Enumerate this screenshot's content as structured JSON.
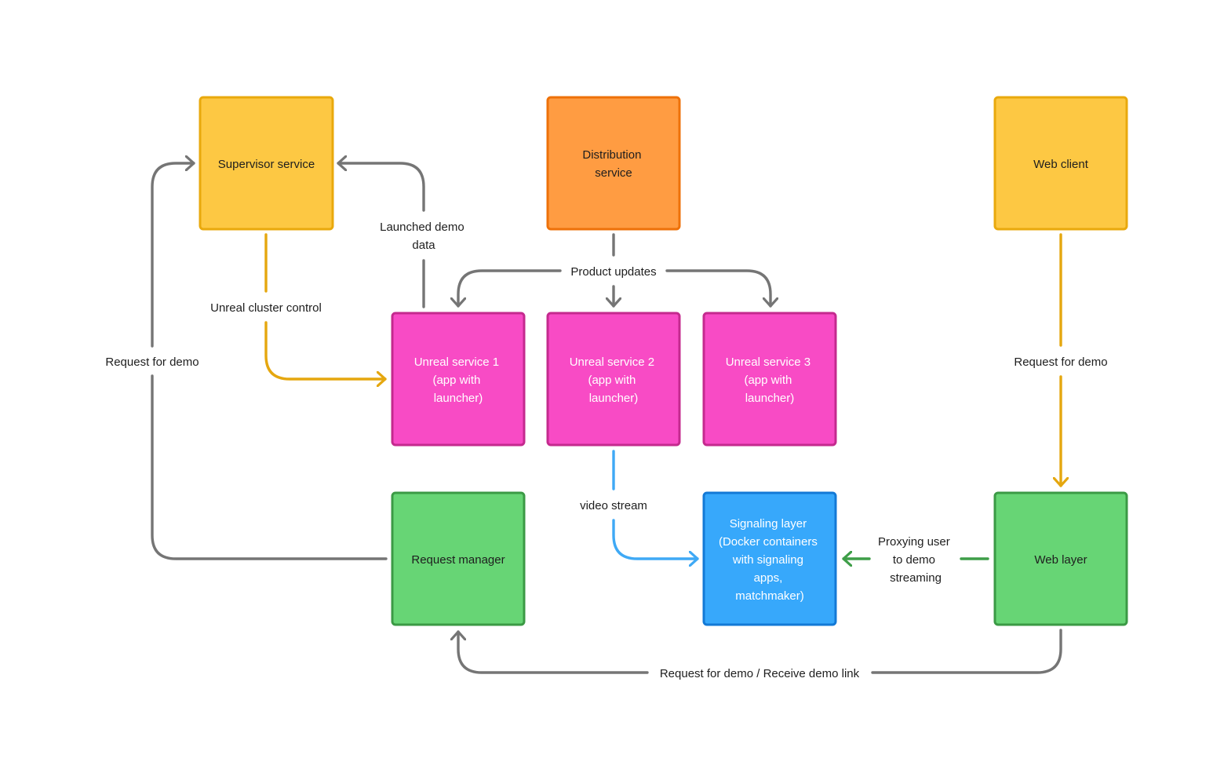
{
  "colors": {
    "yellow_fill": "#FDC843",
    "yellow_stroke": "#E9A90D",
    "orange_fill": "#FF9C42",
    "orange_stroke": "#EE7109",
    "pink_fill": "#F84BC5",
    "pink_stroke": "#C42A8E",
    "green_fill": "#67D575",
    "green_stroke": "#3B9A45",
    "blue_fill": "#37A8FB",
    "blue_stroke": "#1379D6",
    "gray_edge": "#757575",
    "yellow_edge": "#E5A70F",
    "blue_edge": "#3FA9F5",
    "green_edge": "#3E9E48"
  },
  "nodes": {
    "supervisor": {
      "lines": [
        "Supervisor service"
      ]
    },
    "distribution": {
      "lines": [
        "Distribution",
        "service"
      ]
    },
    "web_client": {
      "lines": [
        "Web client"
      ]
    },
    "unreal_1": {
      "lines": [
        "Unreal service 1",
        "(app with",
        "launcher)"
      ]
    },
    "unreal_2": {
      "lines": [
        "Unreal service 2",
        "(app with",
        "launcher)"
      ]
    },
    "unreal_3": {
      "lines": [
        "Unreal service 3",
        "(app with",
        "launcher)"
      ]
    },
    "request_manager": {
      "lines": [
        "Request manager"
      ]
    },
    "signaling": {
      "lines": [
        "Signaling layer",
        "(Docker containers",
        "with signaling",
        "apps,",
        "matchmaker)"
      ]
    },
    "web_layer": {
      "lines": [
        "Web layer"
      ]
    }
  },
  "edge_labels": {
    "launched_demo_data": [
      "Launched demo",
      "data"
    ],
    "product_updates": [
      "Product updates"
    ],
    "unreal_cluster_control": [
      "Unreal cluster control"
    ],
    "request_for_demo_left": [
      "Request for demo"
    ],
    "request_for_demo_right": [
      "Request for demo"
    ],
    "video_stream": [
      "video stream"
    ],
    "proxying": [
      "Proxying user",
      "to demo",
      "streaming"
    ],
    "request_receive": [
      "Request for demo / Receive demo link"
    ]
  }
}
